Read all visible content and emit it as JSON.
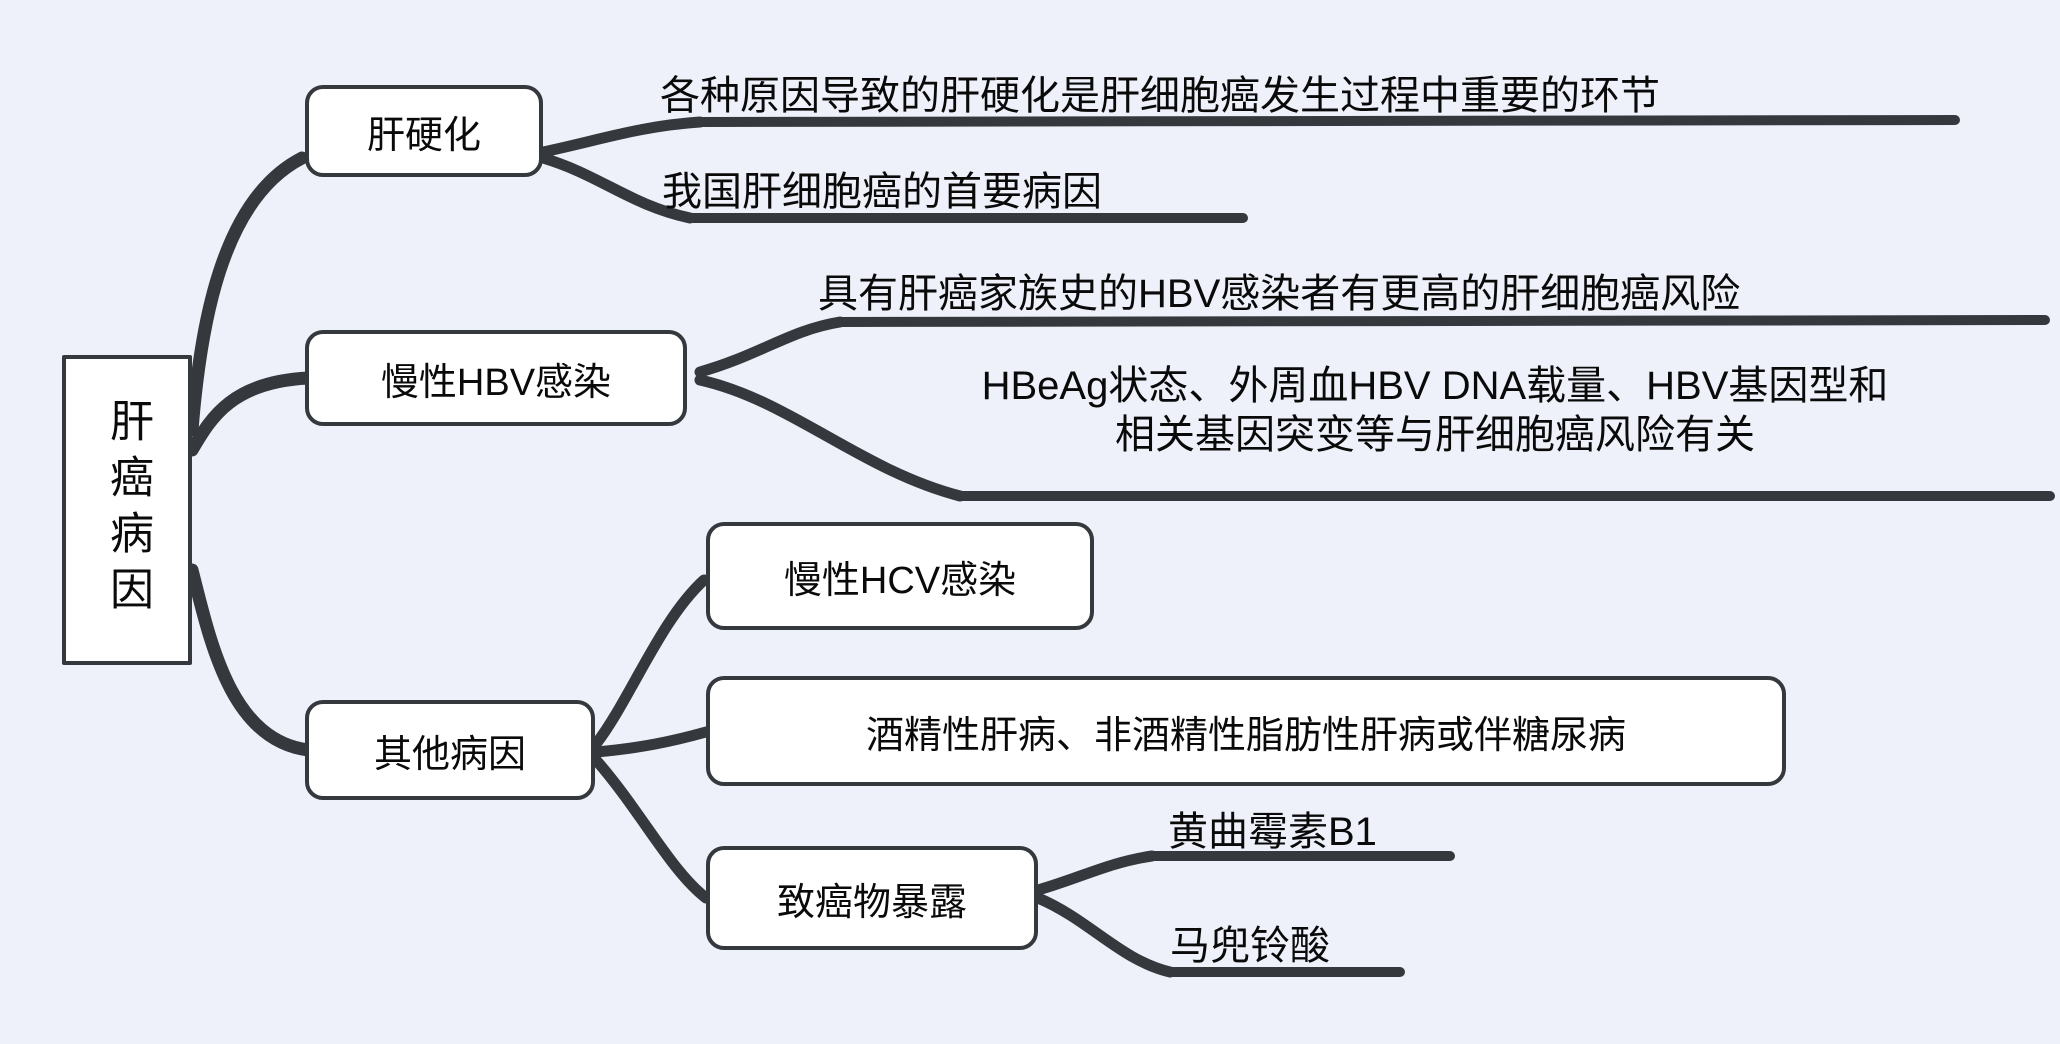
{
  "diagram": {
    "title": "肝癌病因",
    "background_color": "#eef1fa",
    "line_color": "#35383d",
    "node_fill": "#ffffff",
    "text_color": "#0a0a0a",
    "root": {
      "label": "肝癌病因"
    },
    "branches": [
      {
        "label": "肝硬化",
        "leaves": [
          {
            "lines": [
              "各种原因导致的肝硬化是肝细胞癌发生过程中重要的环节"
            ]
          },
          {
            "lines": [
              "我国肝细胞癌的首要病因"
            ]
          }
        ]
      },
      {
        "label": "慢性HBV感染",
        "leaves": [
          {
            "lines": [
              "具有肝癌家族史的HBV感染者有更高的肝细胞癌风险"
            ]
          },
          {
            "lines": [
              "HBeAg状态、外周血HBV DNA载量、HBV基因型和",
              "相关基因突变等与肝细胞癌风险有关"
            ]
          }
        ]
      },
      {
        "label": "其他病因",
        "children": [
          {
            "label": "慢性HCV感染"
          },
          {
            "label": "酒精性肝病、非酒精性脂肪性肝病或伴糖尿病"
          },
          {
            "label": "致癌物暴露",
            "leaves": [
              {
                "lines": [
                  "黄曲霉素B1"
                ]
              },
              {
                "lines": [
                  "马兜铃酸"
                ]
              }
            ]
          }
        ]
      }
    ]
  }
}
